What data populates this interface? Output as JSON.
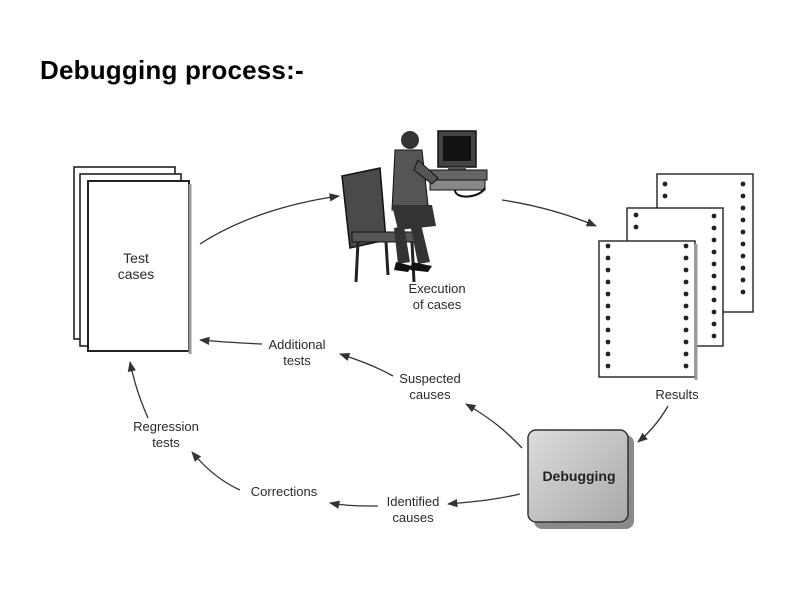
{
  "title": "Debugging process:-",
  "nodes": {
    "test_cases": [
      "Test",
      "cases"
    ],
    "execution": [
      "Execution",
      "of cases"
    ],
    "results": "Results",
    "debugging": "Debugging"
  },
  "flows": {
    "additional_tests": [
      "Additional",
      "tests"
    ],
    "suspected_causes": [
      "Suspected",
      "causes"
    ],
    "regression_tests": [
      "Regression",
      "tests"
    ],
    "corrections": "Corrections",
    "identified_causes": [
      "Identified",
      "causes"
    ]
  }
}
